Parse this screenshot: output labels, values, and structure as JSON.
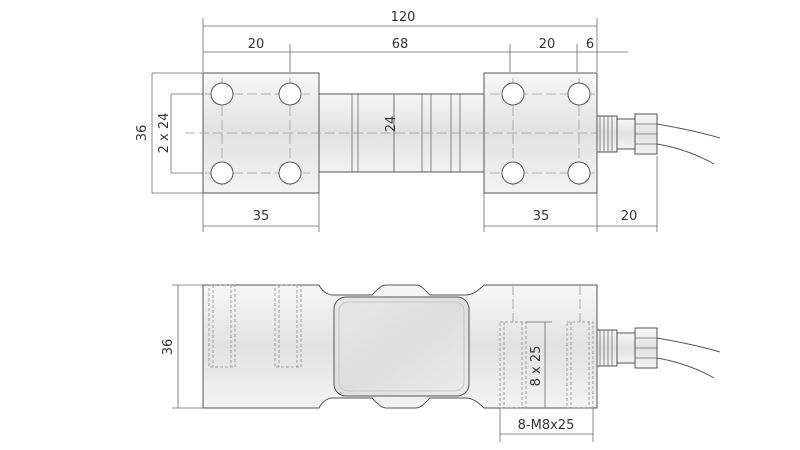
{
  "top_view": {
    "overall_length": "120",
    "left_block_width": "20",
    "middle_span": "68",
    "right_block_width": "20",
    "cable_offset": "6",
    "height": "36",
    "hole_spacing": "2 x 24",
    "beam_height": "24",
    "left_block_length": "35",
    "right_block_length": "35",
    "cable_extension": "20"
  },
  "side_view": {
    "height": "36",
    "thread_depth": "8 x 25",
    "thread_spec": "8-M8x25"
  },
  "colors": {
    "body_fill": "#eeeeee",
    "beam_fill": "#f4f4f4",
    "window_fill": "#e4e4e4",
    "line": "#555555",
    "dimension_line": "#6b6b6b"
  }
}
